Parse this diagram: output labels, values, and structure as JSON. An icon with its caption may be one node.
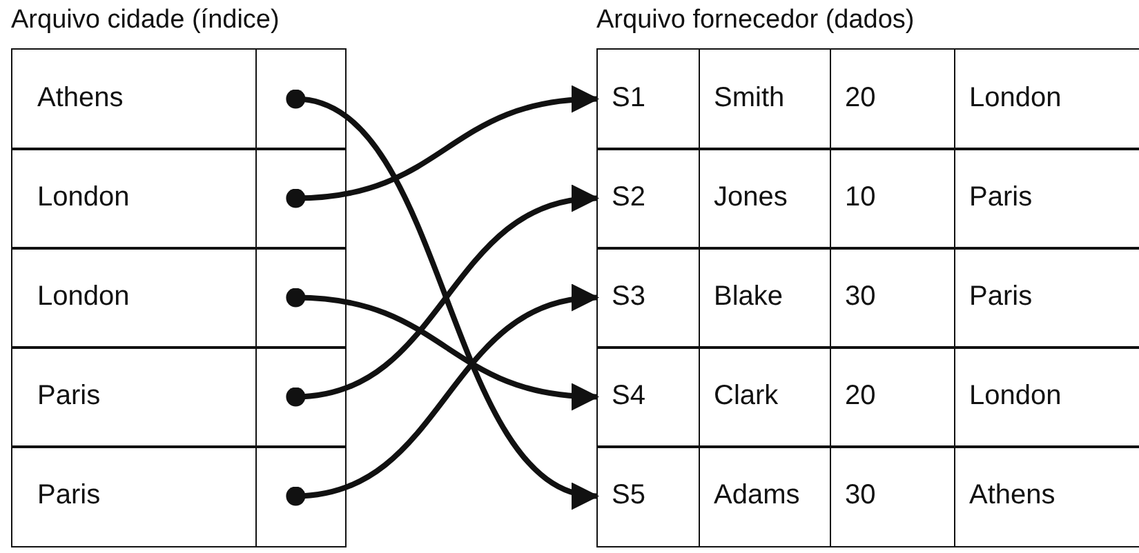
{
  "diagram": {
    "nodes": [
      {
        "text": [
          "Arquivo cidade (índice)"
        ]
      },
      {
        "text": [
          "Athens"
        ],
        "in": 0
      },
      {
        "text": [],
        "shape": "box",
        "in": 0
      },
      {
        "text": [
          "London"
        ],
        "in": 0
      },
      {
        "text": [],
        "shape": "box",
        "in": 0
      },
      {
        "text": [
          "London"
        ],
        "in": 0
      },
      {
        "text": [],
        "shape": "box",
        "in": 0
      },
      {
        "text": [
          "Paris"
        ],
        "in": 0
      },
      {
        "text": [],
        "shape": "box",
        "in": 0
      },
      {
        "text": [
          "Paris"
        ],
        "in": 0
      },
      {
        "text": [],
        "shape": "box",
        "in": 0
      },
      {
        "text": [
          "Arquivo fornecedor (dados)"
        ]
      },
      {
        "text": [
          "S1",
          "Smith",
          "20",
          "London"
        ],
        "in": 11
      },
      {
        "text": [
          "S2",
          "Jones",
          "10",
          "Paris"
        ],
        "in": 11
      },
      {
        "text": [
          "S3",
          "Blake",
          "30",
          "Paris"
        ],
        "in": 11
      },
      {
        "text": [
          "S4",
          "Clark",
          "20",
          "London"
        ],
        "in": 11
      },
      {
        "text": [
          "S5",
          "Adams",
          "30",
          "Athens"
        ],
        "in": 11
      }
    ],
    "edges": [
      {
        "from": 2,
        "to": 16,
        "arrow": "to"
      },
      {
        "from": 4,
        "to": 12,
        "arrow": "to"
      },
      {
        "from": 6,
        "to": 15,
        "arrow": "to"
      },
      {
        "from": 8,
        "to": 13,
        "arrow": "to"
      },
      {
        "from": 10,
        "to": 14,
        "arrow": "to"
      }
    ]
  }
}
